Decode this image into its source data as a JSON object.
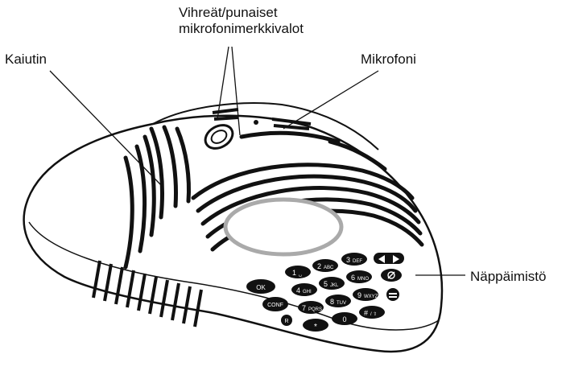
{
  "labels": {
    "mic_lights_line1": "Vihreät/punaiset",
    "mic_lights_line2": "mikrofonimerkkivalot",
    "speaker": "Kaiutin",
    "microphone": "Mikrofoni",
    "keypad": "Näppäimistö"
  },
  "keypad": {
    "ok": "OK",
    "conf": "CONF",
    "r": "R",
    "keys": [
      {
        "digit": "1",
        "sub": "␣"
      },
      {
        "digit": "2",
        "sub": "ABC"
      },
      {
        "digit": "3",
        "sub": "DEF"
      },
      {
        "digit": "4",
        "sub": "GHI"
      },
      {
        "digit": "5",
        "sub": "JKL"
      },
      {
        "digit": "6",
        "sub": "MNO"
      },
      {
        "digit": "7",
        "sub": "PQRS"
      },
      {
        "digit": "8",
        "sub": "TUV"
      },
      {
        "digit": "9",
        "sub": "WXYZ"
      },
      {
        "digit": "*",
        "sub": ""
      },
      {
        "digit": "0",
        "sub": ""
      },
      {
        "digit": "#",
        "sub": "/ ⇧"
      }
    ]
  }
}
